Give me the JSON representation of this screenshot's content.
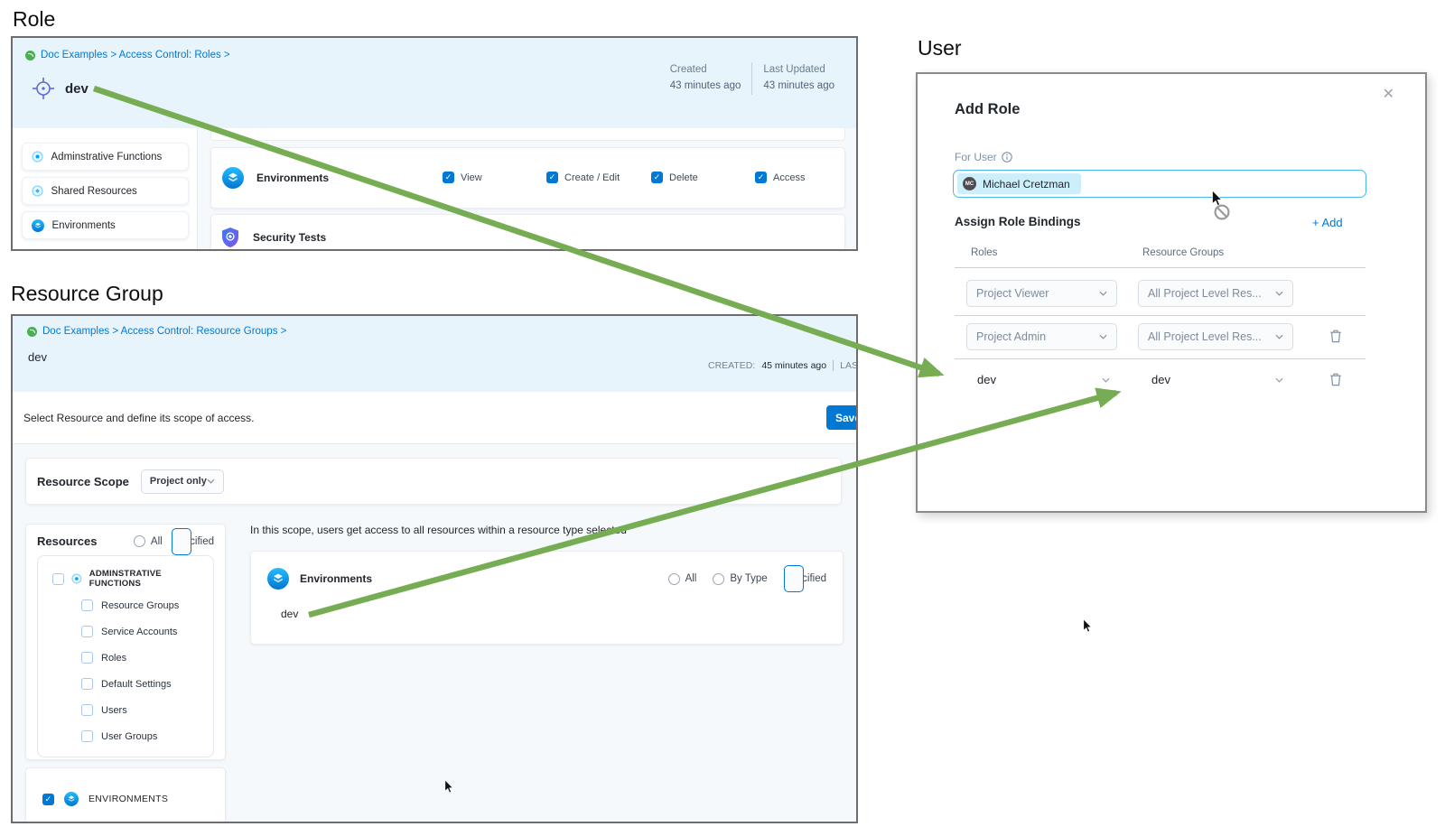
{
  "headings": {
    "role": "Role",
    "resource_group": "Resource Group",
    "user": "User"
  },
  "colors": {
    "accent": "#0278d5",
    "arrow_green": "#76ad53",
    "panel_header_bg": "#e7f4fb"
  },
  "icons": {
    "breadcrumb_project": "project-icon",
    "role_title": "target-icon",
    "environments": "environments-icon",
    "security": "shield-icon",
    "info": "info-icon",
    "delete": "trash-icon",
    "close": "close-icon",
    "dropdown": "chevron-down-icon"
  },
  "role_panel": {
    "breadcrumb": "Doc Examples > Access Control: Roles >",
    "title": "dev",
    "meta": {
      "created_label": "Created",
      "created_value": "43 minutes ago",
      "updated_label": "Last Updated",
      "updated_value": "43 minutes ago"
    },
    "sidebar": [
      {
        "label": "Adminstrative Functions"
      },
      {
        "label": "Shared Resources"
      },
      {
        "label": "Environments"
      }
    ],
    "permissions_row": {
      "label": "Environments",
      "checkboxes": [
        {
          "label": "View",
          "checked": true
        },
        {
          "label": "Create / Edit",
          "checked": true
        },
        {
          "label": "Delete",
          "checked": true
        },
        {
          "label": "Access",
          "checked": true
        }
      ]
    },
    "security_row": {
      "label": "Security Tests"
    }
  },
  "resource_group_panel": {
    "breadcrumb": "Doc Examples > Access Control: Resource Groups >",
    "title": "dev",
    "meta": {
      "created_label": "CREATED:",
      "created_value": "45 minutes ago",
      "updated_label": "LAST UPD"
    },
    "toolbar": {
      "text": "Select Resource and define its scope of access.",
      "save_label": "Save"
    },
    "resource_scope": {
      "label": "Resource Scope",
      "value": "Project only"
    },
    "resources": {
      "label": "Resources",
      "options": [
        {
          "label": "All",
          "selected": false
        },
        {
          "label": "Specified",
          "selected": true
        }
      ],
      "admin_group": {
        "label": "ADMINSTRATIVE FUNCTIONS",
        "checked": false,
        "children": [
          {
            "label": "Resource Groups",
            "checked": false
          },
          {
            "label": "Service Accounts",
            "checked": false
          },
          {
            "label": "Roles",
            "checked": false
          },
          {
            "label": "Default Settings",
            "checked": false
          },
          {
            "label": "Users",
            "checked": false
          },
          {
            "label": "User Groups",
            "checked": false
          }
        ]
      },
      "environments_group": {
        "label": "ENVIRONMENTS",
        "checked": true
      }
    },
    "scope_hint": "In this scope, users get access to all resources within a resource type selected",
    "environments_scope": {
      "label": "Environments",
      "options": [
        {
          "label": "All",
          "selected": false
        },
        {
          "label": "By Type",
          "selected": false
        },
        {
          "label": "Specified",
          "selected": true
        }
      ],
      "item": "dev"
    }
  },
  "user_dialog": {
    "title": "Add Role",
    "for_user_label": "For User",
    "user_chip": {
      "initials": "MC",
      "name": "Michael Cretzman"
    },
    "bindings_label": "Assign Role Bindings",
    "add_label": "+ Add",
    "columns": {
      "roles": "Roles",
      "resource_groups": "Resource Groups"
    },
    "rows": [
      {
        "role": "Project Viewer",
        "resource_group": "All Project Level Res...",
        "deletable": false
      },
      {
        "role": "Project Admin",
        "resource_group": "All Project Level Res...",
        "deletable": true
      },
      {
        "role": "dev",
        "resource_group": "dev",
        "deletable": true
      }
    ]
  }
}
